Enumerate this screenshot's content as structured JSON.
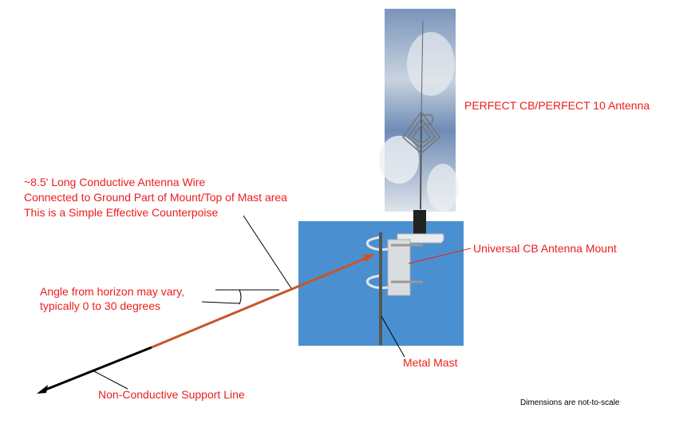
{
  "labels": {
    "antenna": "PERFECT CB/PERFECT 10 Antenna",
    "wire_line1": "~8.5' Long Conductive Antenna Wire",
    "wire_line2": "Connected to Ground Part of Mount/Top of Mast area",
    "wire_line3": "This is a Simple Effective Counterpoise",
    "mount": "Universal CB Antenna Mount",
    "angle_line1": "Angle from horizon may vary,",
    "angle_line2": "typically 0 to 30 degrees",
    "mast": "Metal Mast",
    "support_line": "Non-Conductive Support Line",
    "scale_note": "Dimensions are not-to-scale"
  },
  "colors": {
    "label_red": "#ee1c1c",
    "wire_orange": "#c8552a",
    "mount_bg_blue": "#4a90d0",
    "sky_blue": "#6f8fb8"
  }
}
